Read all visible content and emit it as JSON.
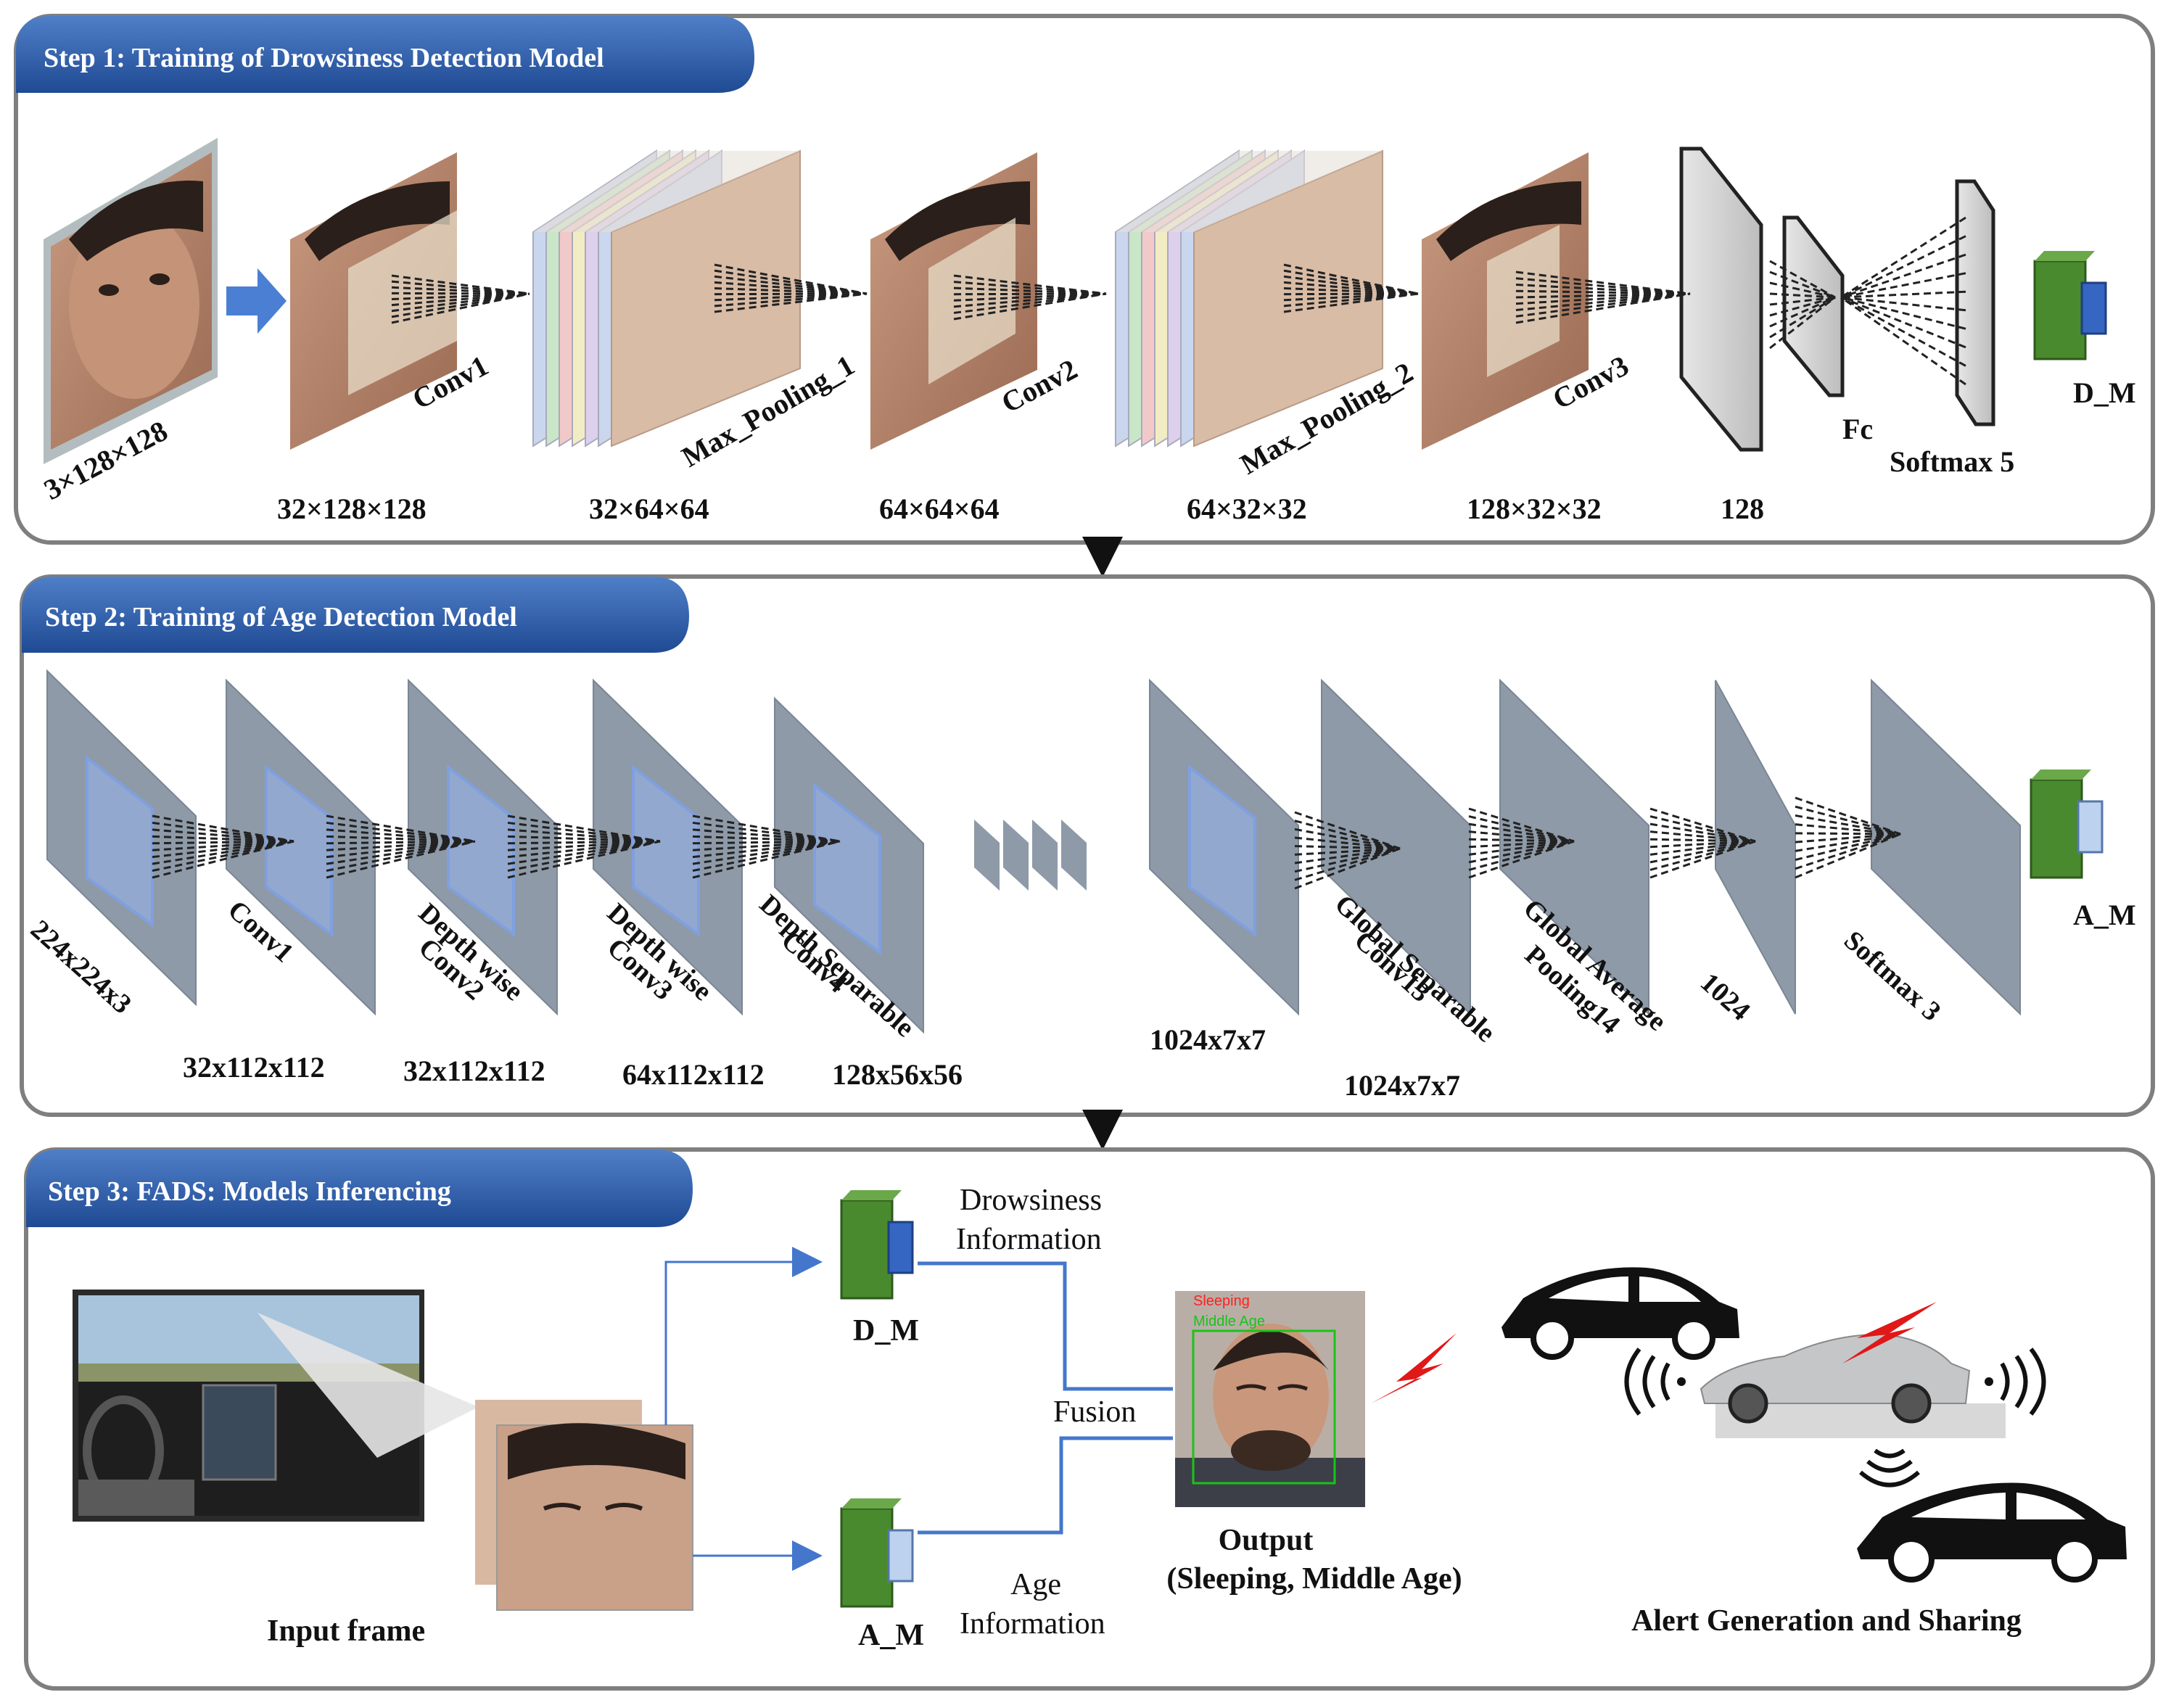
{
  "step1": {
    "title": "Step 1: Training of Drowsiness Detection Model",
    "layers": [
      "Conv1",
      "Max_Pooling_1",
      "Conv2",
      "Max_Pooling_2",
      "Conv3",
      "Fc",
      "Softmax 5",
      "D_M"
    ],
    "sizes": [
      "3×128×128",
      "32×128×128",
      "32×64×64",
      "64×64×64",
      "64×32×32",
      "128×32×32",
      "128"
    ]
  },
  "step2": {
    "title": "Step 2: Training of Age Detection Model",
    "layers": [
      "Conv1",
      "Depth wise",
      "Conv2",
      "Depth wise",
      "Conv3",
      "Depth Separable",
      "Conv4",
      "Global Separable",
      "Conv13",
      "Global Average",
      "Pooling14",
      "1024",
      "Softmax 3",
      "A_M"
    ],
    "sizes": [
      "224x224x3",
      "32x112x112",
      "32x112x112",
      "64x112x112",
      "128x56x56",
      "1024x7x7",
      "1024x7x7"
    ]
  },
  "step3": {
    "title": "Step 3: FADS: Models Inferencing",
    "input_label": "Input frame",
    "dm_label": "D_M",
    "am_label": "A_M",
    "drowsiness_info": [
      "Drowsiness",
      "Information"
    ],
    "age_info": [
      "Age",
      "Information"
    ],
    "fusion": "Fusion",
    "output": [
      "Output",
      "(Sleeping, Middle Age)"
    ],
    "face_tags": [
      "Sleeping",
      "Middle Age"
    ],
    "alert": "Alert Generation and Sharing"
  },
  "colors": {
    "header_blue": "#2f5fa8",
    "box_border": "#7f7f7f",
    "layer_gray": "#8e9aa8",
    "fc_gray": "#d0d0d0",
    "green": "#4a8a2e",
    "blue_block": "#3466c2",
    "light_blue_block": "#bcd2ee",
    "alert_red": "#e01818",
    "arrow_blue": "#4477cc"
  }
}
